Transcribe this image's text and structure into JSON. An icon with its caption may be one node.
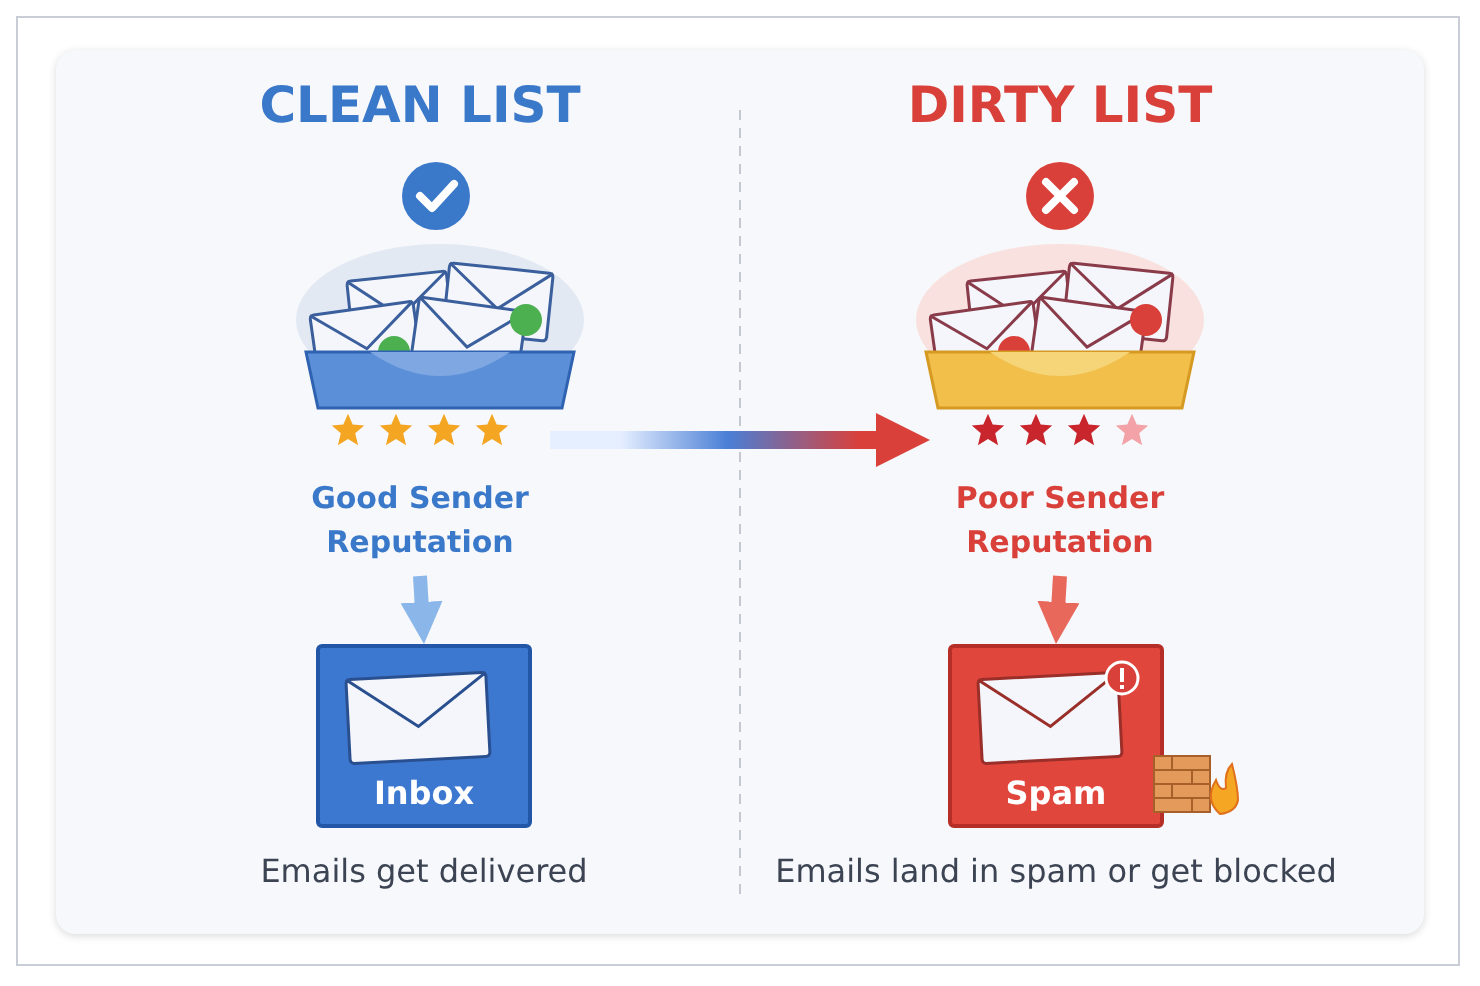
{
  "diagram": {
    "nodes": [
      {
        "text": [],
        "shape": "picture"
      },
      {
        "text": [
          "Good Sender Reputation"
        ]
      },
      {
        "text": [
          "Inbox"
        ],
        "beside": [
          "Emails get delivered"
        ]
      },
      {
        "text": [],
        "shape": "picture"
      },
      {
        "text": [
          "Poor Sender Reputation"
        ]
      },
      {
        "text": [
          "Spam"
        ],
        "beside": [
          "Emails land in spam or get blocked"
        ]
      }
    ],
    "edges": [
      {
        "from": 1,
        "to": 2,
        "arrow": "to",
        "color": "#8ab6ea"
      },
      {
        "from": 1,
        "to": 4,
        "arrow": "to"
      },
      {
        "from": 4,
        "to": 5,
        "arrow": "to",
        "color": "#e8685c"
      }
    ],
    "labels": [
      "CLEAN LIST",
      "DIRTY LIST"
    ]
  }
}
